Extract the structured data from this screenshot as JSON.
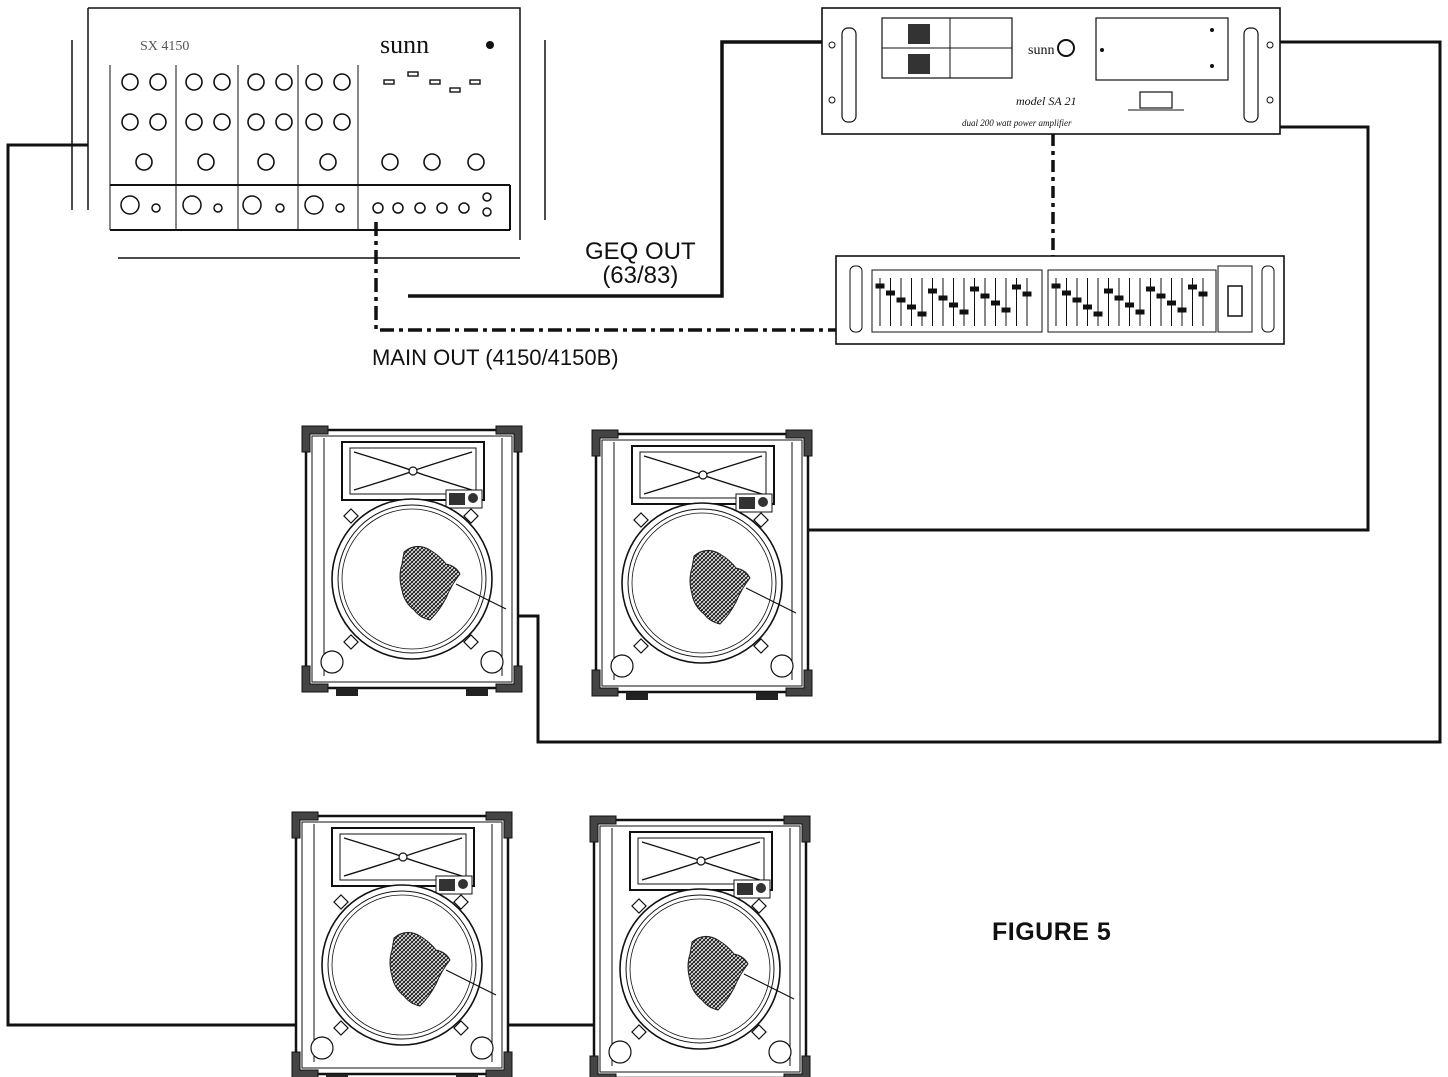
{
  "brand": {
    "mixer_logo": "sunn",
    "mixer_model": "SX 4150",
    "amp_logo": "sunn",
    "amp_model": "model SA 21",
    "amp_caption": "dual 200 watt power amplifier"
  },
  "labels": {
    "geq_out_line1": "GEQ OUT",
    "geq_out_line2": "(63/83)",
    "main_out": "MAIN OUT (4150/4150B)",
    "figure": "FIGURE 5"
  },
  "colors": {
    "line": "#111111",
    "background": "#ffffff"
  }
}
